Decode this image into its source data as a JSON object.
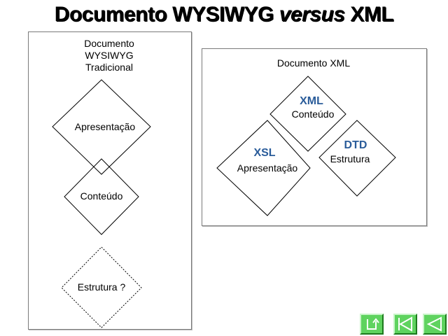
{
  "slide": {
    "title_part1": "Documento WYSIWYG ",
    "title_italic": "versus",
    "title_part2": " XML"
  },
  "left_panel": {
    "label_lines": [
      "Documento",
      "WYSIWYG",
      "Tradicional"
    ],
    "nodes": {
      "apresentacao": "Apresentação",
      "conteudo": "Conteúdo",
      "estrutura": "Estrutura ?"
    }
  },
  "right_panel": {
    "label": "Documento XML",
    "nodes": {
      "xml": {
        "keyword": "XML",
        "label": "Conteúdo"
      },
      "xsl": {
        "keyword": "XSL",
        "label": "Apresentação"
      },
      "dtd": {
        "keyword": "DTD",
        "label": "Estrutura"
      }
    }
  },
  "colors": {
    "keyword": "#2a5c9a",
    "nav_button": "#5fd35f"
  },
  "nav": {
    "buttons": [
      {
        "name": "return-icon"
      },
      {
        "name": "first-slide-icon"
      },
      {
        "name": "previous-slide-icon"
      }
    ]
  }
}
